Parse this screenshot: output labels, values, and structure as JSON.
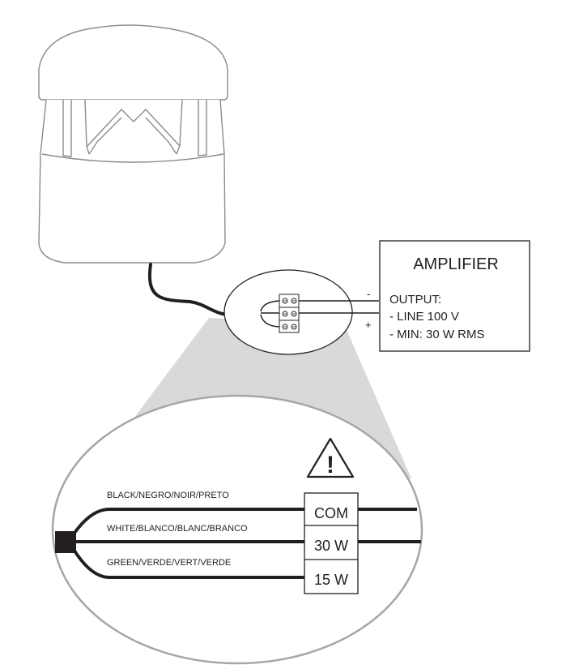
{
  "amplifier": {
    "title": "AMPLIFIER",
    "output_heading": "OUTPUT:",
    "line_spec": "- LINE 100 V",
    "min_power": "- MIN: 30 W RMS"
  },
  "polarity": {
    "negative": "-",
    "positive": "+"
  },
  "wires": {
    "black": "BLACK/NEGRO/NOIR/PRETO",
    "white": "WHITE/BLANCO/BLANC/BRANCO",
    "green": "GREEN/VERDE/VERT/VERDE"
  },
  "terminals": {
    "com": "COM",
    "w30": "30 W",
    "w15": "15 W"
  },
  "warning_symbol": "!",
  "icons": [
    "speaker-illustration",
    "warning-triangle-icon",
    "terminal-block-icon"
  ],
  "colors": {
    "line": "#231f20",
    "callout": "#d9d9d9",
    "speaker_outline": "#8c8c8c",
    "zoom_outline": "#a6a6a6"
  }
}
